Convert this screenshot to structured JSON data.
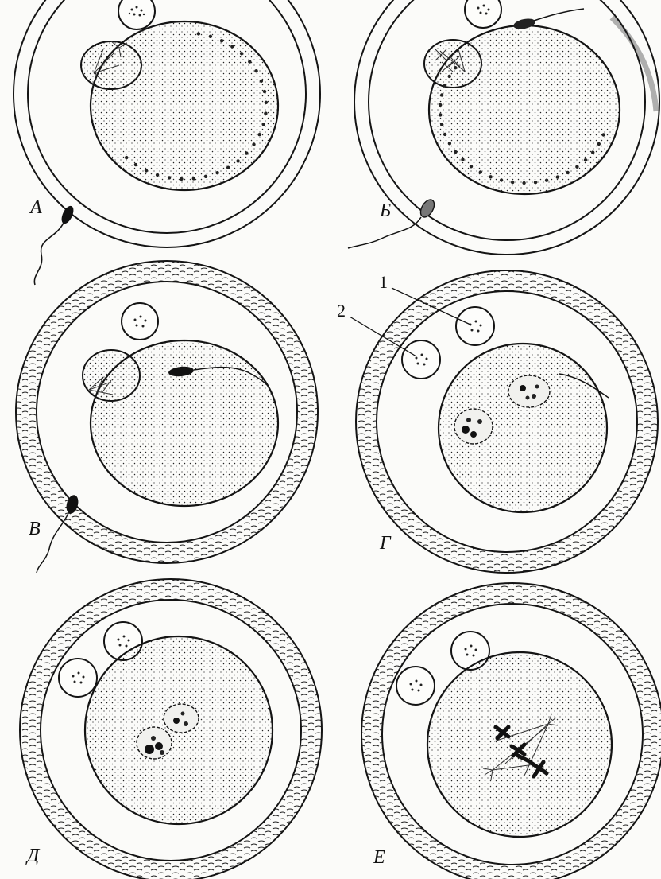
{
  "figure": {
    "background": "#fbfbf9",
    "ink": "#141414",
    "panels": [
      {
        "label": "А",
        "stage": "sperm-approach"
      },
      {
        "label": "Б",
        "stage": "sperm-contact"
      },
      {
        "label": "В",
        "stage": "sperm-entry"
      },
      {
        "label": "Г",
        "stage": "pronuclei"
      },
      {
        "label": "Д",
        "stage": "pronuclei-fusion"
      },
      {
        "label": "Е",
        "stage": "first-cleavage-spindle"
      }
    ],
    "callouts": [
      {
        "number": "1",
        "target": "first-polar-body"
      },
      {
        "number": "2",
        "target": "second-polar-body"
      }
    ]
  }
}
